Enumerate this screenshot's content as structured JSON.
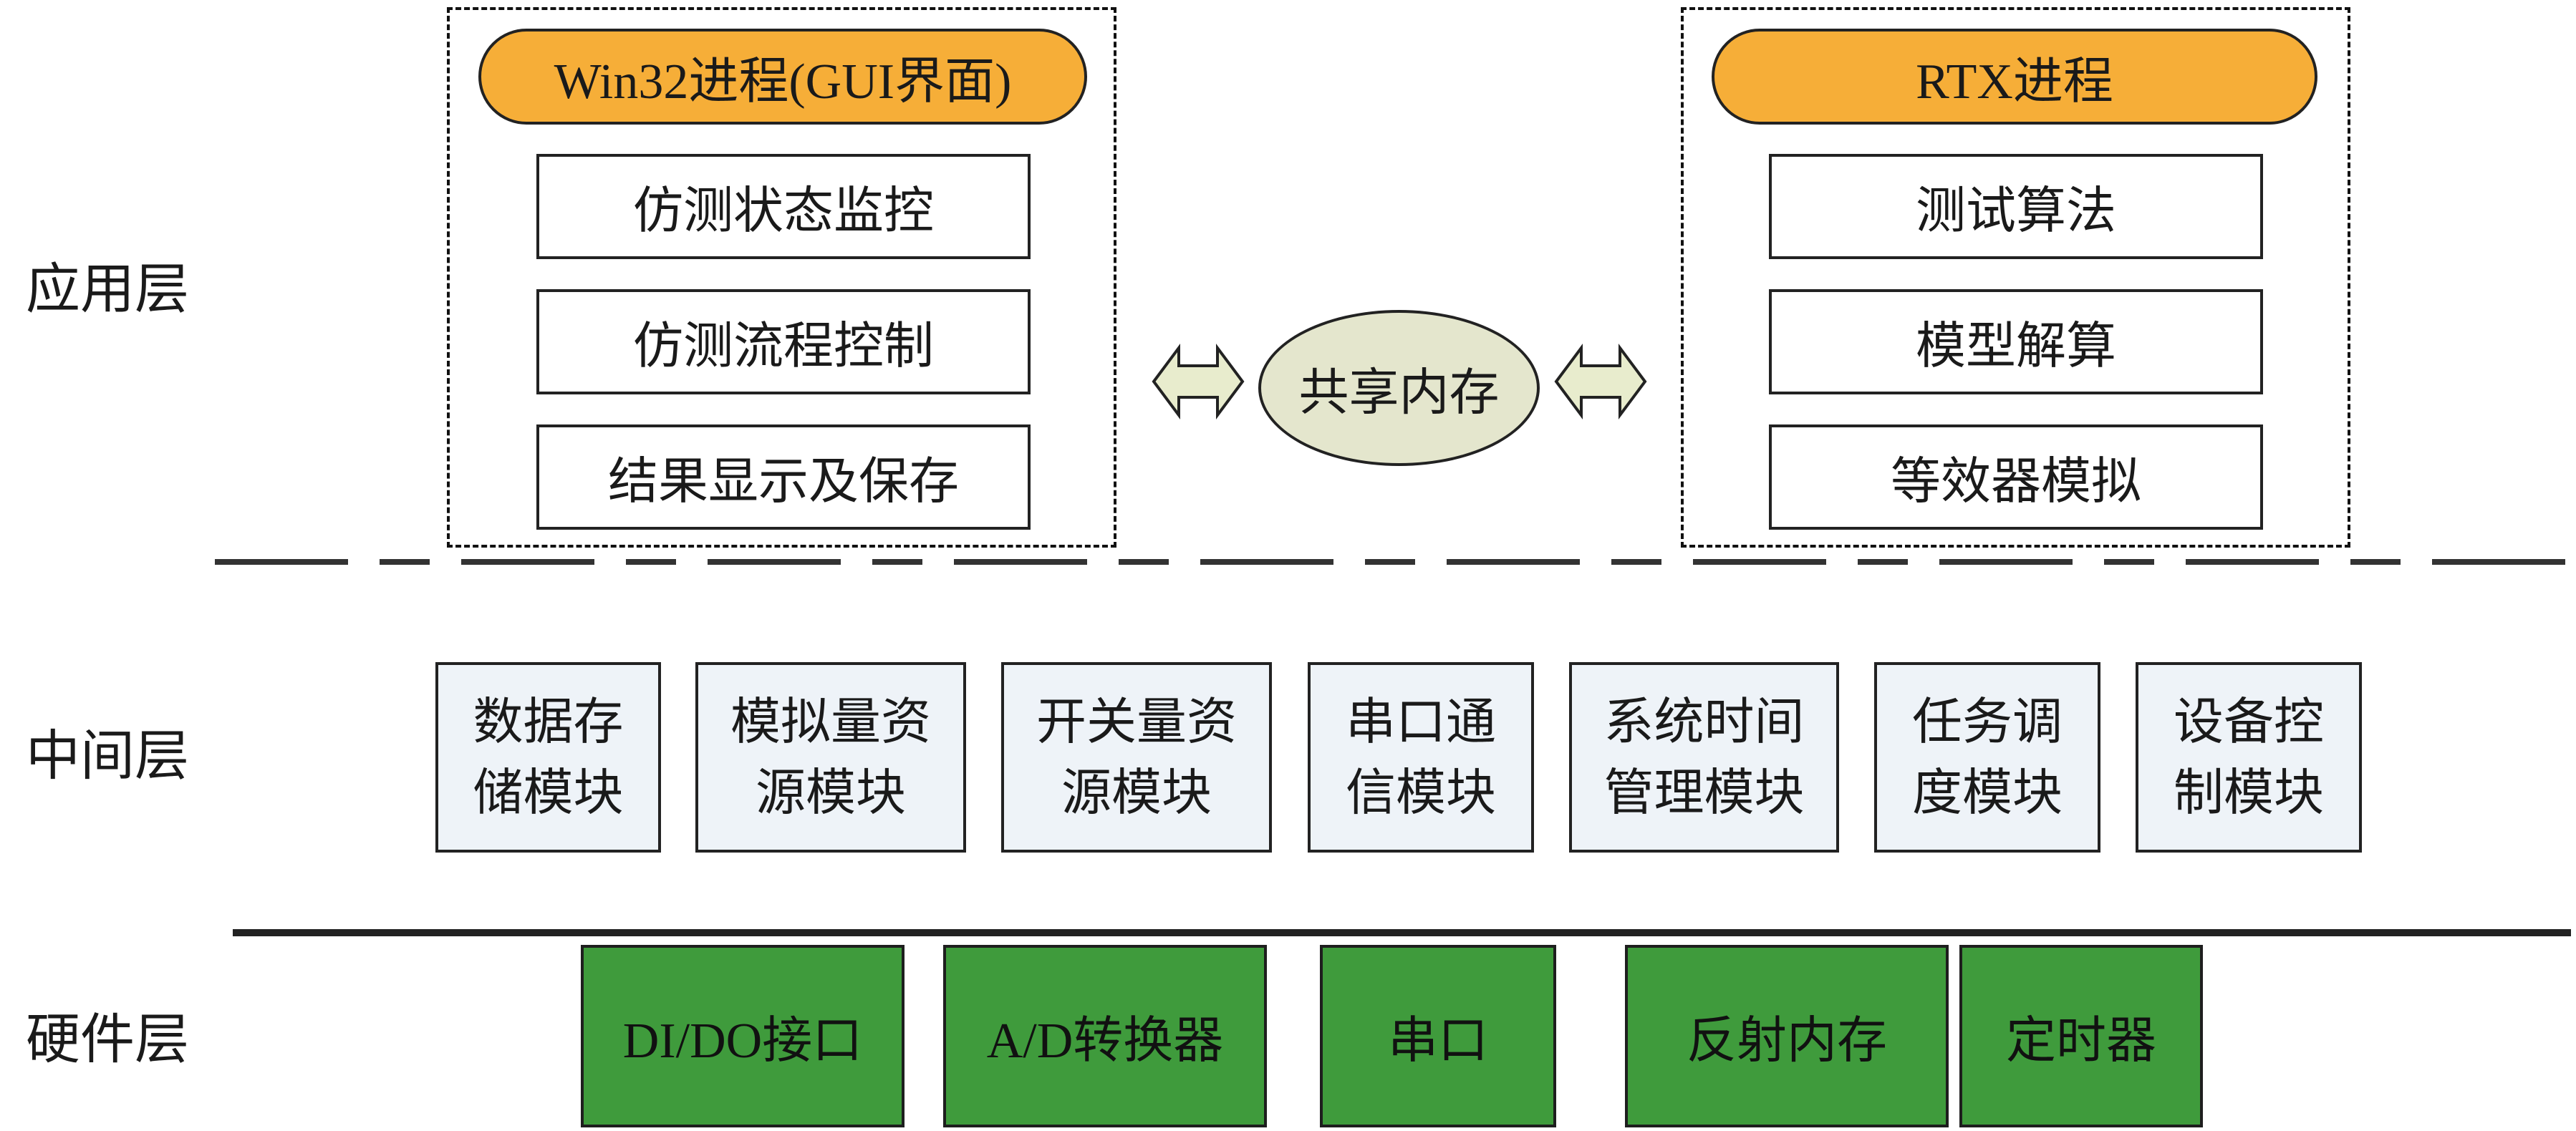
{
  "layers": {
    "app": "应用层",
    "middle": "中间层",
    "hardware": "硬件层"
  },
  "win32": {
    "title": "Win32进程(GUI界面)",
    "items": [
      "仿测状态监控",
      "仿测流程控制",
      "结果显示及保存"
    ]
  },
  "rtx": {
    "title": "RTX进程",
    "items": [
      "测试算法",
      "模型解算",
      "等效器模拟"
    ]
  },
  "shared_memory": "共享内存",
  "middle_modules": [
    "数据存储模块",
    "模拟量资源模块",
    "开关量资源模块",
    "串口通信模块",
    "系统时间管理模块",
    "任务调度模块",
    "设备控制模块"
  ],
  "hardware_modules": [
    "DI/DO接口",
    "A/D转换器",
    "串口",
    "反射内存",
    "定时器"
  ],
  "colors": {
    "title_fill": "#f6ae38",
    "middle_fill": "#eef3f8",
    "hardware_fill": "#3f9b3c",
    "ellipse_fill": "#e4e6cd",
    "arrow_fill": "#e8eccd"
  }
}
